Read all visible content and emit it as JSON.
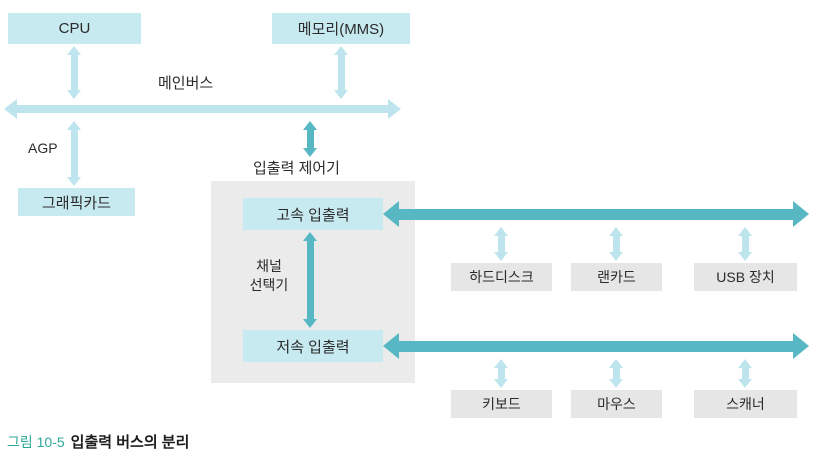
{
  "figure": {
    "caption": {
      "label": "그림 10-5",
      "title": "입출력 버스의 분리"
    },
    "nodes": {
      "cpu": "CPU",
      "memory": "메모리(MMS)",
      "graphics_card": "그래픽카드",
      "high_speed_io": "고속 입출력",
      "low_speed_io": "저속 입출력"
    },
    "labels": {
      "main_bus": "메인버스",
      "agp": "AGP",
      "io_controller": "입출력 제어기",
      "channel_selector": [
        "채널",
        "선택기"
      ]
    },
    "high_speed_devices": [
      {
        "label": "하드디스크"
      },
      {
        "label": "랜카드"
      },
      {
        "label": "USB 장치"
      }
    ],
    "low_speed_devices": [
      {
        "label": "키보드"
      },
      {
        "label": "마우스"
      },
      {
        "label": "스캐너"
      }
    ],
    "colors": {
      "box_fill": "#c7e9f0",
      "light_arrow": "#bee4ee",
      "dark_arrow": "#57b8c4",
      "controller_panel": "#ebebeb",
      "device_fill": "#e6e6e6",
      "caption_accent": "#2ea89a",
      "text": "#2b2b2b"
    }
  }
}
